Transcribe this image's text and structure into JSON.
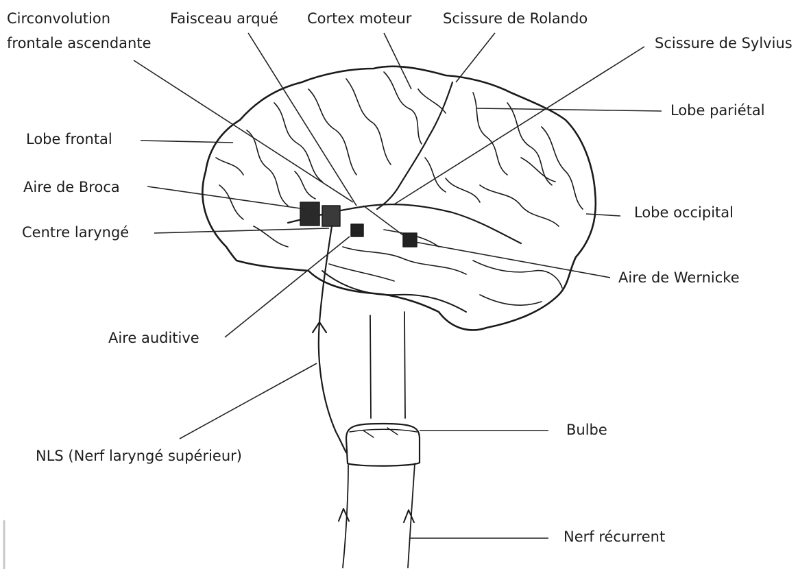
{
  "labels": {
    "circonvolution_line1": "Circonvolution",
    "circonvolution_line2": "frontale ascendante",
    "faisceau_arque": "Faisceau arqué",
    "cortex_moteur": "Cortex moteur",
    "scissure_rolando": "Scissure de Rolando",
    "scissure_sylvius": "Scissure de Sylvius",
    "lobe_parietal": "Lobe pariétal",
    "lobe_frontal": "Lobe frontal",
    "aire_broca": "Aire de Broca",
    "centre_larynge": "Centre laryngé",
    "lobe_occipital": "Lobe occipital",
    "aire_wernicke": "Aire de Wernicke",
    "aire_auditive": "Aire auditive",
    "bulbe": "Bulbe",
    "nls": "NLS (Nerf laryngé supérieur)",
    "nerf_recurrent": "Nerf récurrent"
  }
}
